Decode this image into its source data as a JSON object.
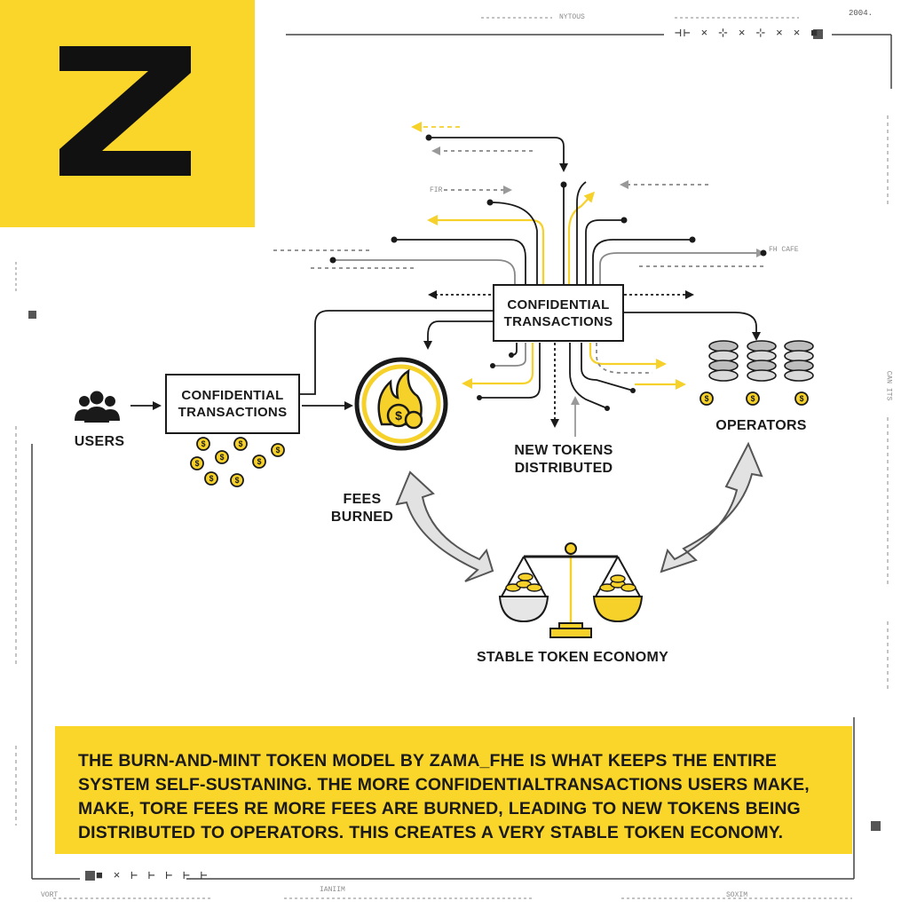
{
  "logo": {
    "letter": "Z"
  },
  "nodes": {
    "users": "USERS",
    "user_transactions_line1": "CONFIDENTIAL",
    "user_transactions_line2": "TRANSACTIONS",
    "hub_transactions_line1": "CONFIDENTIAL",
    "hub_transactions_line2": "TRANSACTIONS",
    "fees_burned_line1": "FEES",
    "fees_burned_line2": "BURNED",
    "new_tokens_line1": "NEW TOKENS",
    "new_tokens_line2": "DISTRIBUTED",
    "operators": "OPERATORS",
    "stable_economy": "STABLE TOKEN ECONOMY"
  },
  "callout": {
    "line1": "THE BURN-AND-MINT TOKEN MODEL BY ZAMA_FHE IS WHAT KEEPS THE ENTIRE",
    "line2": "SYSTEM SELF-SUSTANING. THE MORE CONFIDENTIALTRANSACTIONS USERS MAKE,",
    "line3": "MAKE, TORE FEES RE MORE FEES ARE BURNED, LEADING TO NEW TOKENS BEING",
    "line4": "DISTRIBUTED TO OPERATORS. THIS CREATES A VERY STABLE TOKEN ECONOMY."
  },
  "frame_marks": {
    "top_label": "2004.",
    "top_small": "NYTOUS",
    "top_strip": "⊣⊢ × ⊹ × ⊹ × × ■",
    "bottom_strip": "■ × ⊢ ⊢ ⊢ ⊢ ⊢",
    "bottom_left": "VORT",
    "bottom_mid": "IANIIM",
    "bottom_right": "SOXIM",
    "right_side": "CAN ITS",
    "flow_label_1": "FIR",
    "flow_label_2": "FH CAFE"
  },
  "colors": {
    "accent": "#FAD52A",
    "line": "#1a1a1a",
    "grey_arrow": "#d2d2d2",
    "coin": "#F6D12A"
  },
  "icons": {
    "users": "users-group-icon",
    "burn": "flame-coin-icon",
    "operators": "server-stack-icon",
    "scale": "balance-scale-icon",
    "coins": "dollar-coin-icon"
  }
}
